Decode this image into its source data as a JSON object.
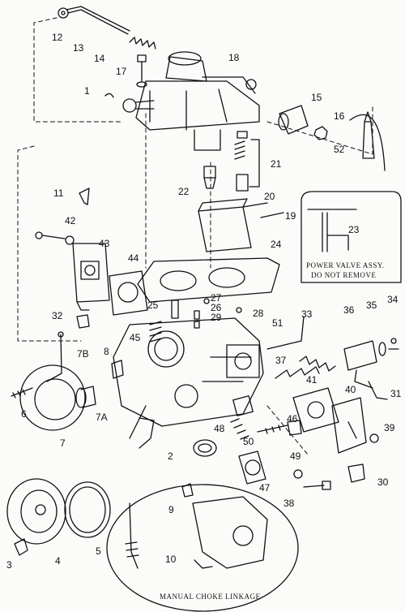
{
  "labels": {
    "l1": "1",
    "l2": "2",
    "l3": "3",
    "l4": "4",
    "l5": "5",
    "l6": "6",
    "l7": "7",
    "l7a": "7A",
    "l7b": "7B",
    "l8": "8",
    "l9": "9",
    "l10": "10",
    "l11": "11",
    "l12": "12",
    "l13": "13",
    "l14": "14",
    "l15": "15",
    "l16": "16",
    "l17": "17",
    "l18": "18",
    "l19": "19",
    "l20": "20",
    "l21": "21",
    "l22": "22",
    "l23": "23",
    "l24": "24",
    "l25": "25",
    "l26": "26",
    "l27": "27",
    "l28": "28",
    "l29": "29",
    "l30": "30",
    "l31": "31",
    "l32": "32",
    "l33": "33",
    "l34": "34",
    "l35": "35",
    "l36": "36",
    "l37": "37",
    "l38": "38",
    "l39": "39",
    "l40": "40",
    "l41": "41",
    "l42": "42",
    "l43": "43",
    "l44": "44",
    "l45": "45",
    "l46": "46",
    "l47": "47",
    "l48": "48",
    "l49": "49",
    "l50": "50",
    "l51": "51",
    "l52": "52"
  },
  "callouts": {
    "power_valve_line1": "POWER VALVE ASSY.",
    "power_valve_line2": "DO NOT REMOVE",
    "manual_choke": "MANUAL CHOKE LINKAGE"
  }
}
